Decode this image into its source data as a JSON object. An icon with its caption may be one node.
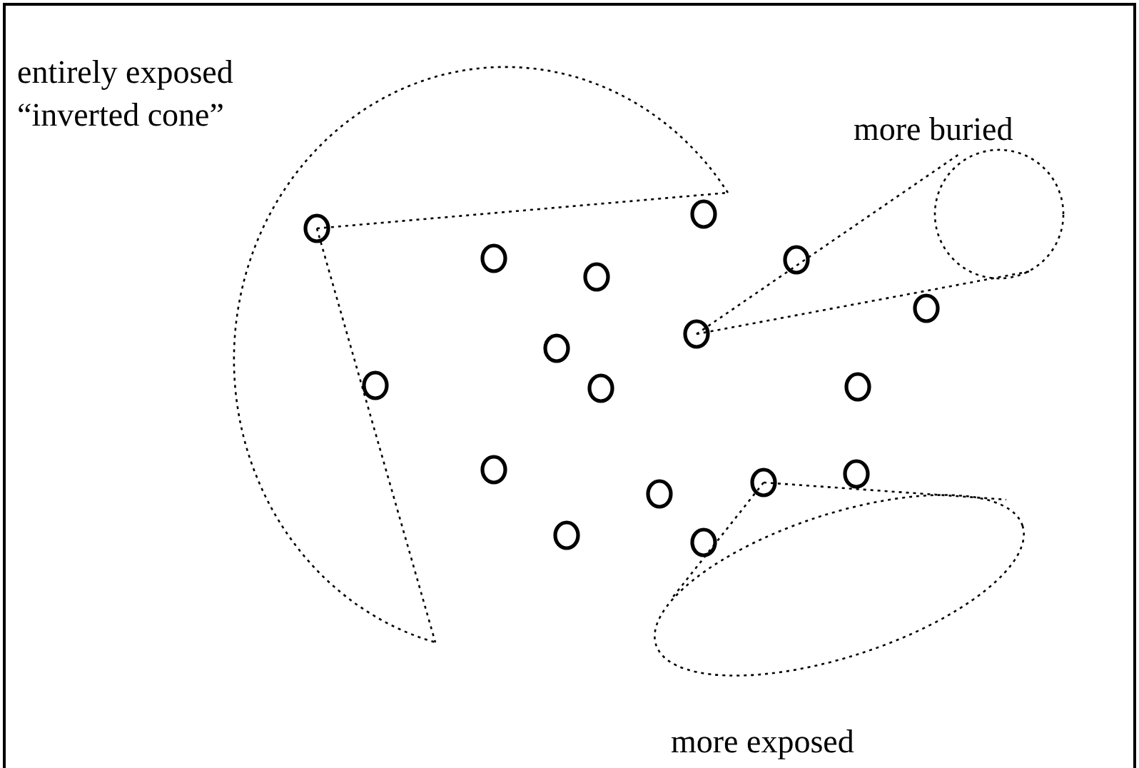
{
  "diagram": {
    "labels": [
      "entirely exposed “inverted cone”",
      "more buried",
      "more exposed"
    ]
  }
}
